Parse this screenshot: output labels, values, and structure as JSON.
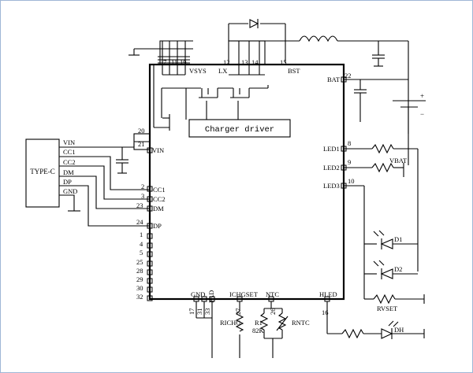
{
  "connector": {
    "name": "TYPE-C",
    "pins": [
      "VIN",
      "CC1",
      "CC2",
      "DM",
      "DP",
      "GND"
    ]
  },
  "chip": {
    "vsys": "VSYS",
    "lx": "LX",
    "bst": "BST",
    "bat": "BAT",
    "vin": "VIN",
    "cc1": "CC1",
    "cc2": "CC2",
    "dm": "DM",
    "dp": "DP",
    "led1": "LED1",
    "led2": "LED2",
    "led3": "LED3",
    "gnd": "GND",
    "pad": "PAD",
    "ichgset": "ICHGSET",
    "ntc": "NTC",
    "hled": "HLED",
    "driver": "Charger driver"
  },
  "pin_numbers": {
    "vin_top": "20",
    "vin": "21",
    "cc1": "2",
    "cc2": "3",
    "dm": "23",
    "dp": "24",
    "left_nc": [
      "1",
      "4",
      "5",
      "25",
      "28",
      "29",
      "30",
      "32"
    ],
    "lx": [
      "12",
      "13",
      "14"
    ],
    "bst": "15",
    "bat": "22",
    "led1": "8",
    "led2": "9",
    "led3": "10",
    "gnd": [
      "17",
      "31"
    ],
    "pad": "33",
    "ichgset": "27",
    "ntc": "26",
    "hled": "16",
    "top_fets": [
      "7",
      "11",
      "19"
    ]
  },
  "components": {
    "vbat": "VBAT",
    "d1": "D1",
    "d2": "D2",
    "rvset": "RVSET",
    "dh": "DH",
    "richg": "RICHG",
    "r1": "R1",
    "r1_value": "82K",
    "rntc": "RNTC",
    "battery_plus": "+",
    "battery_minus": "−"
  }
}
